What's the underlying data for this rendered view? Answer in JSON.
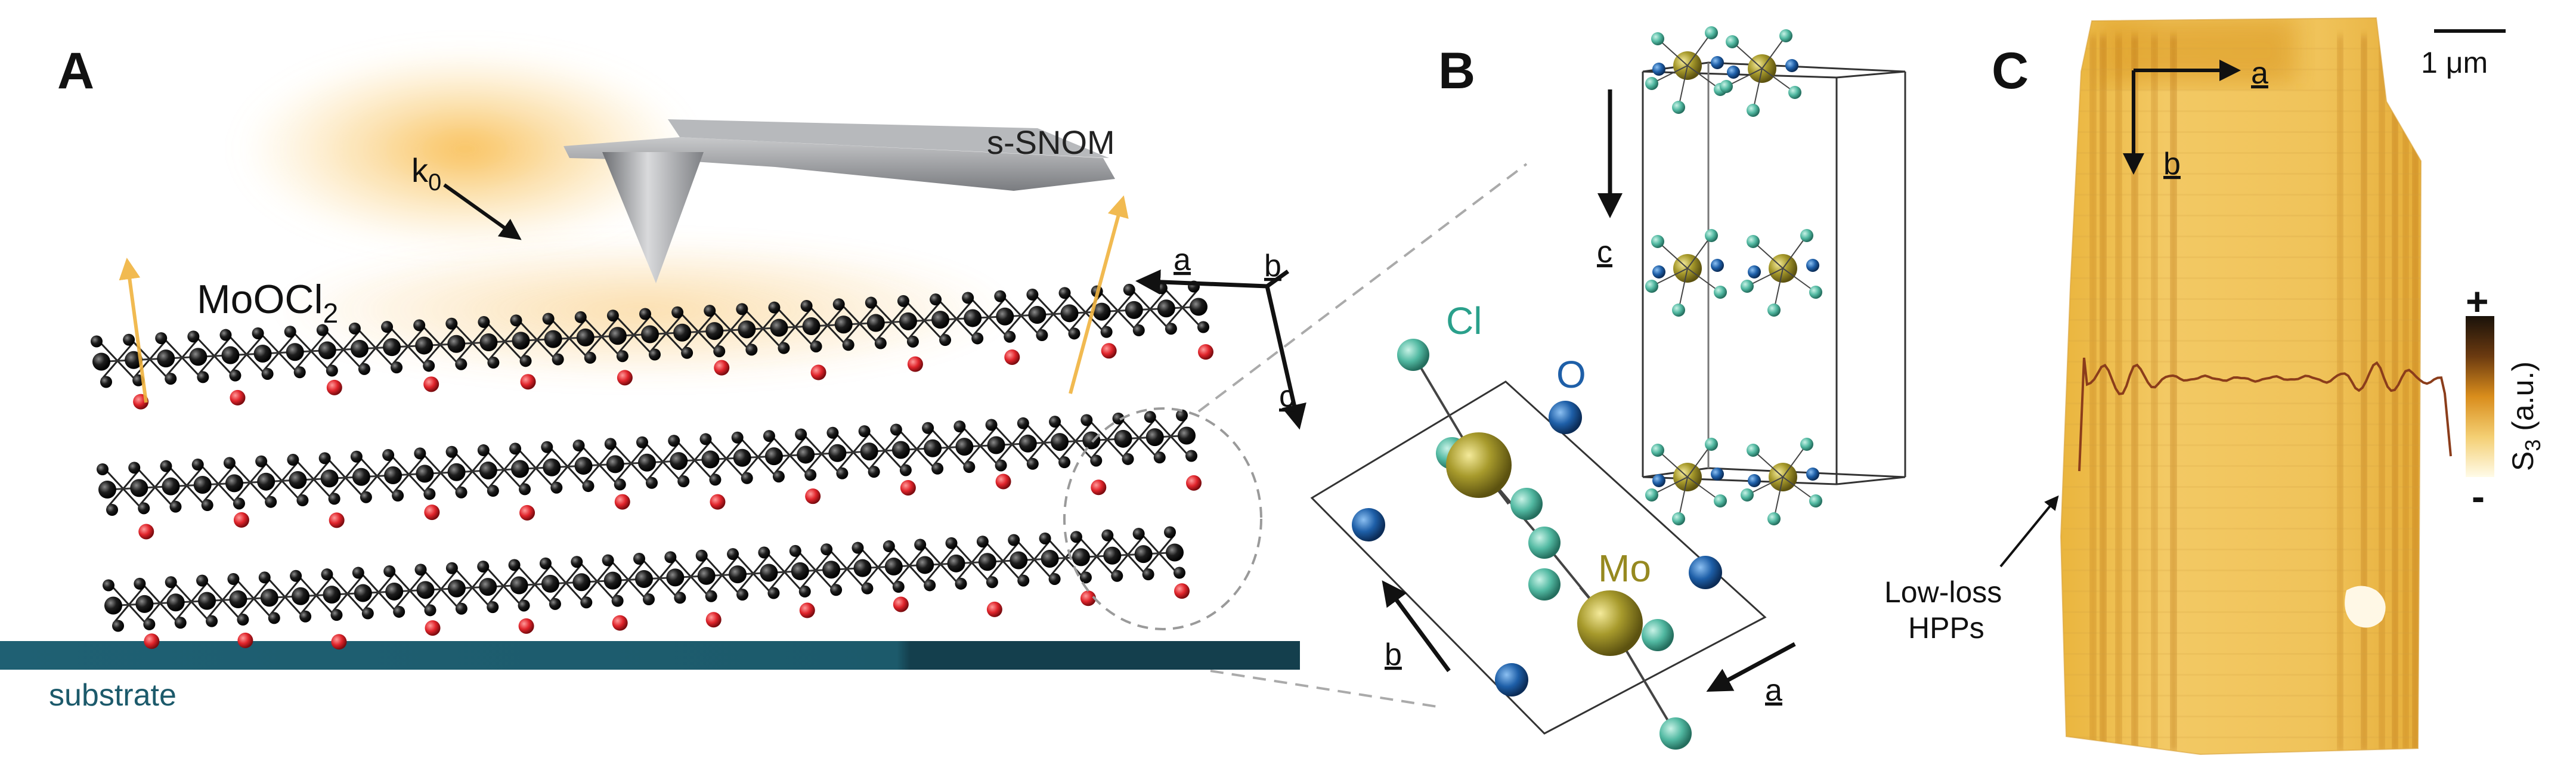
{
  "panels": {
    "a": {
      "letter": "A",
      "tip_label": "s-SNOM",
      "wave_label": "k",
      "wave_sub": "0",
      "material_label": "MoOCl",
      "material_sub": "2",
      "substrate_label": "substrate",
      "axis_a": "a",
      "axis_b": "b",
      "axis_c": "c"
    },
    "b": {
      "letter": "B",
      "axis_c": "c",
      "axis_b": "b",
      "axis_a": "a",
      "atom_cl": "Cl",
      "atom_o": "O",
      "atom_mo": "Mo"
    },
    "c": {
      "letter": "C",
      "axis_a": "a",
      "axis_b": "b",
      "scalebar": "1 μm",
      "colorbar_max": "+",
      "colorbar_min": "-",
      "colorbar_label": "S",
      "colorbar_sub": "3",
      "colorbar_unit": " (a.u.)",
      "annotation_line1": "Low-loss",
      "annotation_line2": "HPPs"
    }
  },
  "colors": {
    "substrate": "#1c5a6b",
    "mo": "#a79a2c",
    "cl": "#52b9a2",
    "o": "#1e5fa8",
    "oxygen_red": "#e0242b",
    "atom_black": "#1a1a1a",
    "glow": "#f5b63c",
    "map_base": "#f2c050"
  }
}
